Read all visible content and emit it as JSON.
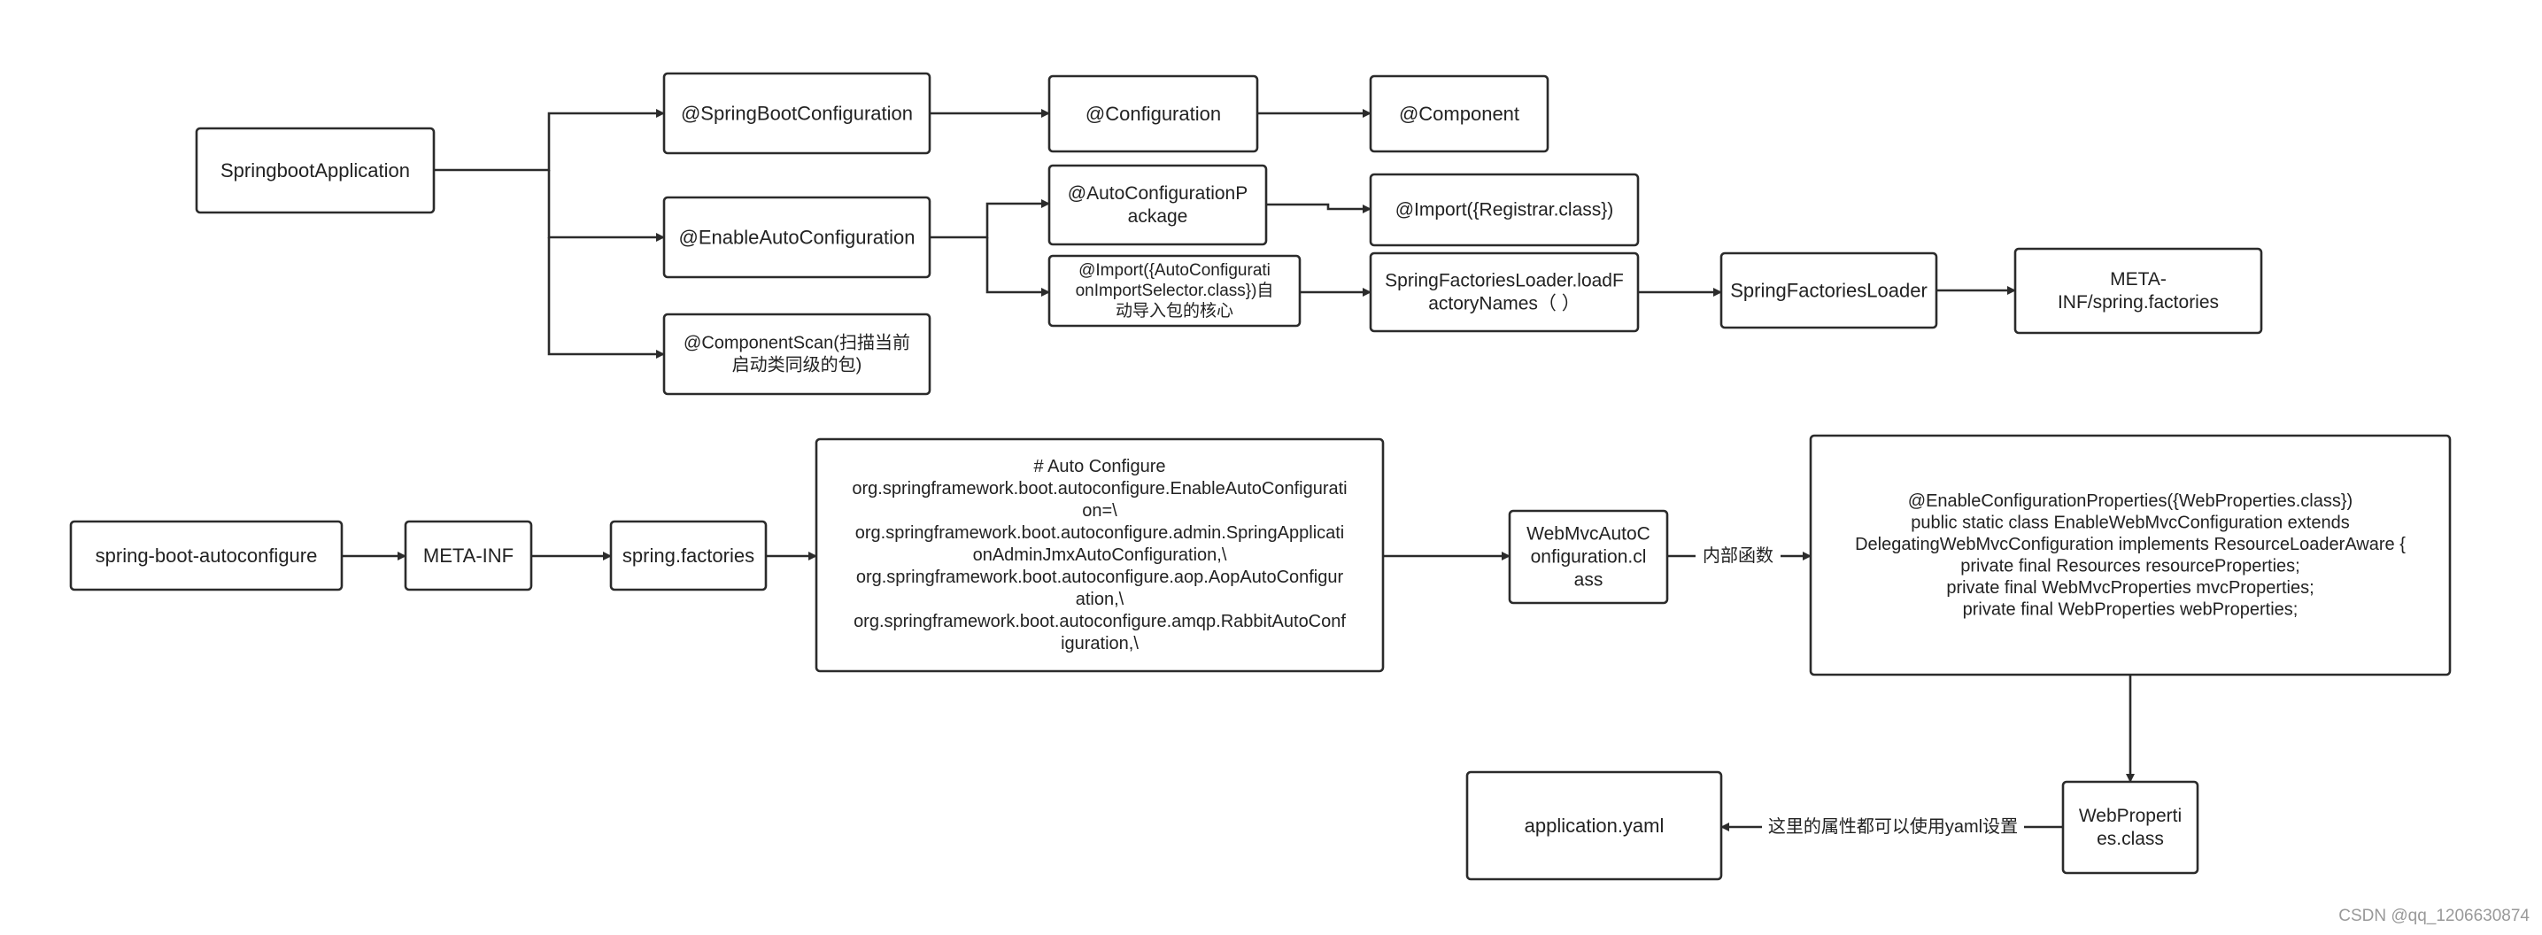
{
  "nodes": [
    {
      "id": "springboot-application",
      "lines": [
        "SpringbootApplication"
      ]
    },
    {
      "id": "springboot-configuration",
      "lines": [
        "@SpringBootConfiguration"
      ]
    },
    {
      "id": "enable-auto-configuration",
      "lines": [
        "@EnableAutoConfiguration"
      ]
    },
    {
      "id": "component-scan",
      "lines": [
        "@ComponentScan(扫描当前",
        "启动类同级的包)"
      ]
    },
    {
      "id": "configuration",
      "lines": [
        "@Configuration"
      ]
    },
    {
      "id": "component",
      "lines": [
        "@Component"
      ]
    },
    {
      "id": "auto-configuration-package",
      "lines": [
        "@AutoConfigurationP",
        "ackage"
      ]
    },
    {
      "id": "import-registrar",
      "lines": [
        "@Import({Registrar.class})"
      ]
    },
    {
      "id": "import-selector",
      "lines": [
        "@Import({AutoConfigurati",
        "onImportSelector.class})自",
        "动导入包的核心"
      ]
    },
    {
      "id": "load-factory-names",
      "lines": [
        "SpringFactoriesLoader.loadF",
        "actoryNames（ ）"
      ]
    },
    {
      "id": "spring-factories-loader",
      "lines": [
        "SpringFactoriesLoader"
      ]
    },
    {
      "id": "meta-inf-spring-factories",
      "lines": [
        "META-",
        "INF/spring.factories"
      ]
    },
    {
      "id": "spring-boot-autoconfigure",
      "lines": [
        "spring-boot-autoconfigure"
      ]
    },
    {
      "id": "meta-inf",
      "lines": [
        "META-INF"
      ]
    },
    {
      "id": "spring-factories",
      "lines": [
        "spring.factories"
      ]
    },
    {
      "id": "auto-configure-list",
      "lines": [
        "# Auto Configure",
        "org.springframework.boot.autoconfigure.EnableAutoConfigurati",
        "on=\\",
        "org.springframework.boot.autoconfigure.admin.SpringApplicati",
        "onAdminJmxAutoConfiguration,\\",
        "org.springframework.boot.autoconfigure.aop.AopAutoConfigur",
        "ation,\\",
        "org.springframework.boot.autoconfigure.amqp.RabbitAutoConf",
        "iguration,\\"
      ]
    },
    {
      "id": "webmvc-autoconfiguration-class",
      "lines": [
        "WebMvcAutoC",
        "onfiguration.cl",
        "ass"
      ]
    },
    {
      "id": "enable-webmvc-configuration",
      "lines": [
        "@EnableConfigurationProperties({WebProperties.class})",
        "public static class EnableWebMvcConfiguration extends",
        "DelegatingWebMvcConfiguration implements ResourceLoaderAware {",
        "private final Resources resourceProperties;",
        "private final WebMvcProperties mvcProperties;",
        "private final WebProperties webProperties;"
      ]
    },
    {
      "id": "web-properties-class",
      "lines": [
        "WebProperti",
        "es.class"
      ]
    },
    {
      "id": "application-yaml",
      "lines": [
        "application.yaml"
      ]
    }
  ],
  "edge_labels": {
    "internal_function": "内部函数",
    "yaml_configurable": "这里的属性都可以使用yaml设置"
  },
  "watermark": "CSDN @qq_1206630874",
  "colors": {
    "stroke": "#2b2b2b",
    "text": "#222222",
    "watermark": "#999999"
  }
}
